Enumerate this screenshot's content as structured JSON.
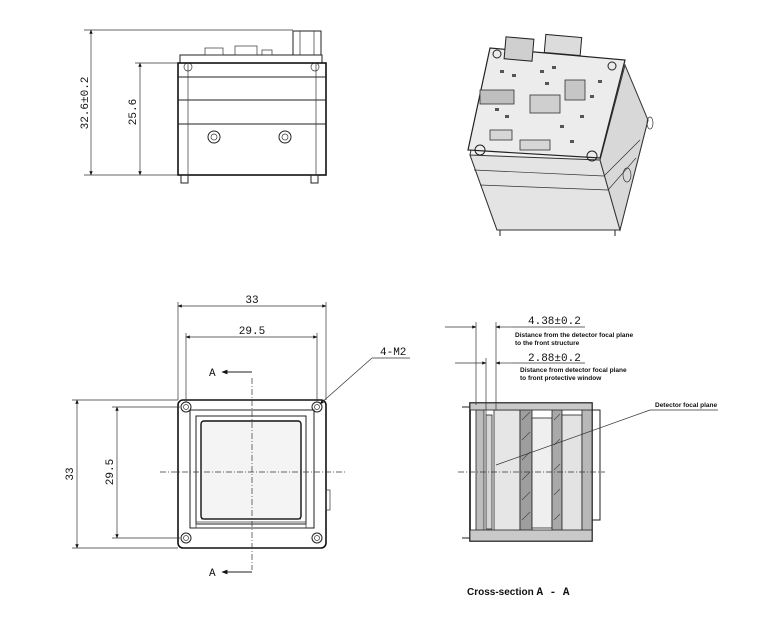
{
  "dimensions": {
    "side_total_height": "32.6±0.2",
    "side_body_height": "25.6",
    "front_width_outer": "33",
    "front_width_inner": "29.5",
    "front_height_outer": "33",
    "front_height_inner": "29.5",
    "hole_callout": "4-M2",
    "section_mark_top": "A",
    "section_mark_bottom": "A",
    "focal_dist_front": "4.38±0.2",
    "focal_dist_window": "2.88±0.2"
  },
  "notes": {
    "front_structure_line1": "Distance from the detector focal plane",
    "front_structure_line2": "to the front structure",
    "window_line1": "Distance from detector focal plane",
    "window_line2": "to front protective window",
    "focal_plane": "Detector focal plane"
  },
  "caption": {
    "text": "Cross-section ",
    "mark": "A - A"
  }
}
